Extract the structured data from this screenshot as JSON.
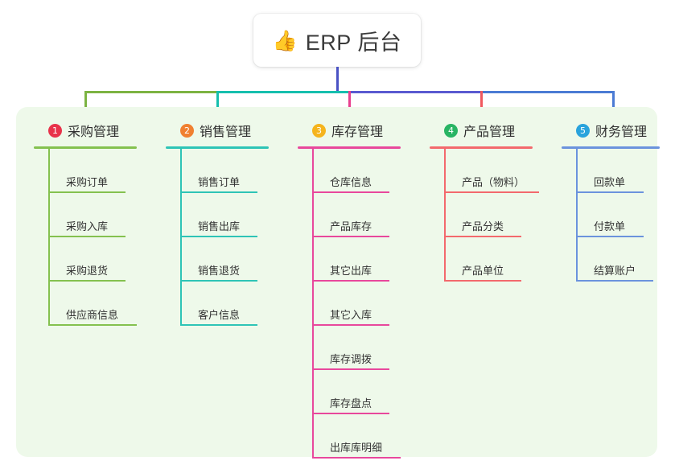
{
  "root": {
    "emoji": "👍",
    "emoji_name": "thumbs-up-icon",
    "title": "ERP 后台"
  },
  "colors": {
    "panel_background": "#eef9ea",
    "page_background": "#ffffff",
    "connector_green": "#7cb342",
    "connector_teal": "#16bfae",
    "connector_purple": "#5a5ad0",
    "connector_blue": "#4b7bd4",
    "connector_pink": "#e8408f",
    "connector_red": "#f0595e",
    "stem_blue": "#4a52c4"
  },
  "columns": [
    {
      "index": "1",
      "title": "采购管理",
      "badge_color": "#e8334a",
      "line_color": "#84c14f",
      "items": [
        {
          "label": "采购订单",
          "rule_width": 96
        },
        {
          "label": "采购入库",
          "rule_width": 96
        },
        {
          "label": "采购退货",
          "rule_width": 96
        },
        {
          "label": "供应商信息",
          "rule_width": 110
        }
      ]
    },
    {
      "index": "2",
      "title": "销售管理",
      "badge_color": "#f08030",
      "line_color": "#2ec4b6",
      "items": [
        {
          "label": "销售订单",
          "rule_width": 96
        },
        {
          "label": "销售出库",
          "rule_width": 96
        },
        {
          "label": "销售退货",
          "rule_width": 96
        },
        {
          "label": "客户信息",
          "rule_width": 96
        }
      ]
    },
    {
      "index": "3",
      "title": "库存管理",
      "badge_color": "#f5b41d",
      "line_color": "#e8489c",
      "items": [
        {
          "label": "仓库信息",
          "rule_width": 96
        },
        {
          "label": "产品库存",
          "rule_width": 96
        },
        {
          "label": "其它出库",
          "rule_width": 96
        },
        {
          "label": "其它入库",
          "rule_width": 96
        },
        {
          "label": "库存调拨",
          "rule_width": 96
        },
        {
          "label": "库存盘点",
          "rule_width": 96
        },
        {
          "label": "出库库明细",
          "rule_width": 110
        }
      ]
    },
    {
      "index": "4",
      "title": "产品管理",
      "badge_color": "#28b463",
      "line_color": "#f3696d",
      "items": [
        {
          "label": "产品（物料）",
          "rule_width": 118
        },
        {
          "label": "产品分类",
          "rule_width": 96
        },
        {
          "label": "产品单位",
          "rule_width": 96
        }
      ]
    },
    {
      "index": "5",
      "title": "财务管理",
      "badge_color": "#29a3dc",
      "line_color": "#6b93dd",
      "items": [
        {
          "label": "回款单",
          "rule_width": 84
        },
        {
          "label": "付款单",
          "rule_width": 84
        },
        {
          "label": "结算账户",
          "rule_width": 96
        }
      ]
    }
  ]
}
